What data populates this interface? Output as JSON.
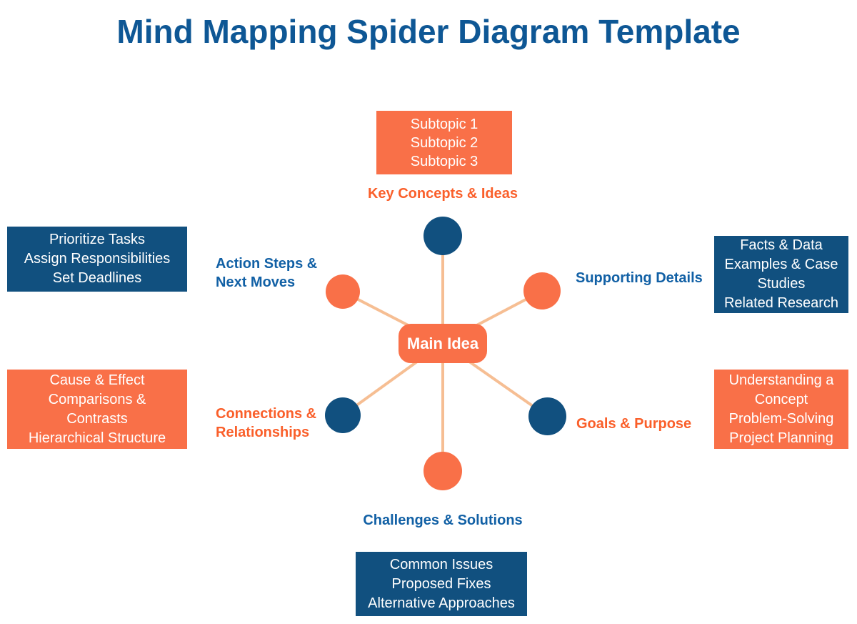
{
  "title": "Mind Mapping Spider Diagram Template",
  "colors": {
    "title-blue": "#0E5795",
    "node-blue": "#11507F",
    "node-orange": "#F97048",
    "label-blue": "#1160A5",
    "label-orange": "#FA5F2A",
    "connector": "#F6BE93",
    "box-text": "#FFFFFF"
  },
  "center": {
    "label": "Main Idea"
  },
  "branches": [
    {
      "name": "key-concepts",
      "label": "Key Concepts & Ideas",
      "box_lines": [
        "Subtopic 1",
        "Subtopic 2",
        "Subtopic 3"
      ]
    },
    {
      "name": "action-steps",
      "label": "Action Steps & Next Moves",
      "box_lines": [
        "Prioritize Tasks",
        "Assign Responsibilities",
        "Set Deadlines"
      ]
    },
    {
      "name": "supporting-details",
      "label": "Supporting Details",
      "box_lines": [
        "Facts & Data",
        "Examples & Case",
        "Studies",
        "Related Research"
      ]
    },
    {
      "name": "connections-relationships",
      "label": "Connections & Relationships",
      "box_lines": [
        "Cause & Effect",
        "Comparisons &",
        "Contrasts",
        "Hierarchical Structure"
      ]
    },
    {
      "name": "goals-purpose",
      "label": "Goals & Purpose",
      "box_lines": [
        "Understanding a",
        "Concept",
        "Problem-Solving",
        "Project Planning"
      ]
    },
    {
      "name": "challenges-solutions",
      "label": "Challenges & Solutions",
      "box_lines": [
        "Common Issues",
        "Proposed Fixes",
        "Alternative Approaches"
      ]
    }
  ]
}
